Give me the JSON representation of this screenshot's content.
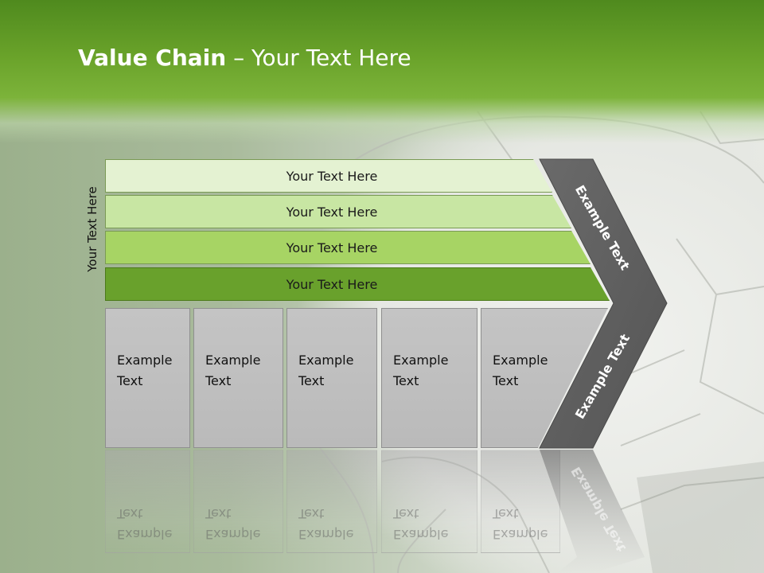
{
  "title": {
    "bold": "Value Chain",
    "rest": " – Your Text Here"
  },
  "side_label": "Your Text Here",
  "bars": [
    {
      "label": "Your Text Here"
    },
    {
      "label": "Your Text Here"
    },
    {
      "label": "Your Text Here"
    },
    {
      "label": "Your Text Here"
    }
  ],
  "boxes": [
    {
      "line1": "Example",
      "line2": "Text"
    },
    {
      "line1": "Example",
      "line2": "Text"
    },
    {
      "line1": "Example",
      "line2": "Text"
    },
    {
      "line1": "Example",
      "line2": "Text"
    },
    {
      "line1": "Example",
      "line2": "Text"
    }
  ],
  "chevron": {
    "top_label": "Example Text",
    "bottom_label": "Example Text"
  },
  "colors": {
    "header_green": "#6aa32a",
    "bar_1": "#e4f2d2",
    "bar_2": "#c8e6a3",
    "bar_3": "#a7d464",
    "bar_4": "#69a12c",
    "box_gray": "#c0c0c0",
    "chevron_dark": "#5f5f5f"
  }
}
